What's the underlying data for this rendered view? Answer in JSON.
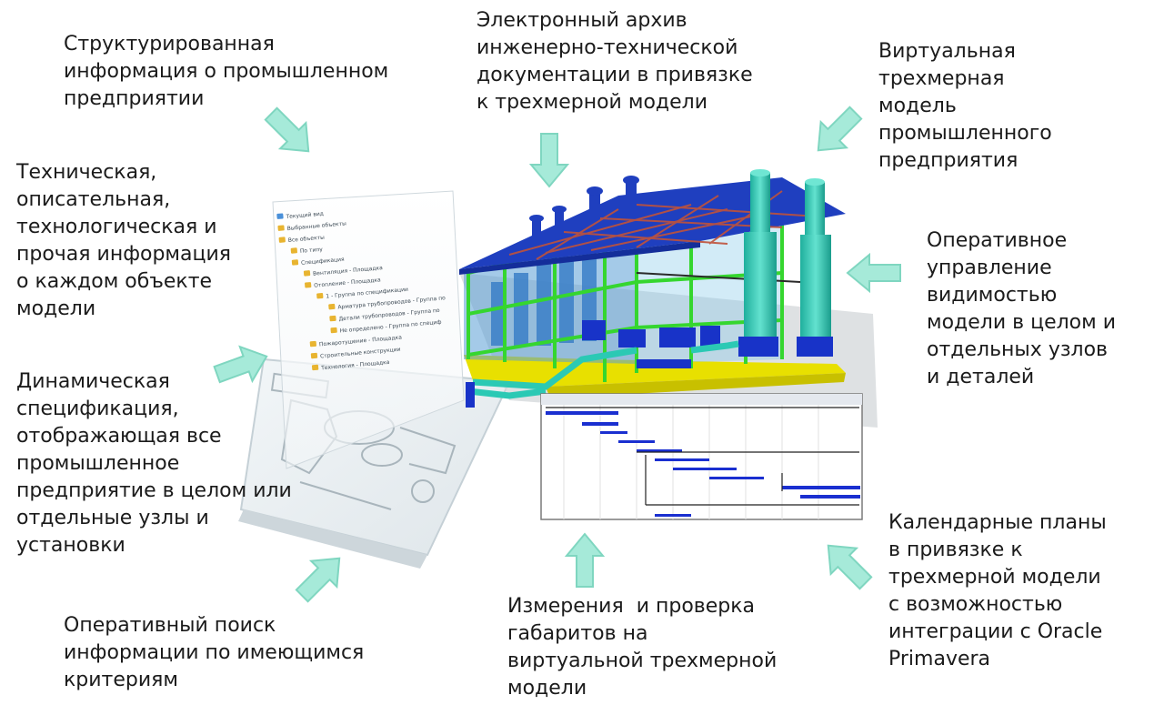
{
  "captions": {
    "structured": "Структурированная\nинформация о промышленном\nпредприятии",
    "archive": "Электронный архив\nинженерно-технической\nдокументации в привязке\nк трехмерной модели",
    "virtual_model": "Виртуальная\nтрехмерная\nмодель\nпромышленного\nпредприятия",
    "technical": "Техническая,\nописательная,\nтехнологическая и\nпрочая информация\nо каждом объекте\nмодели",
    "visibility": "Оперативное\nуправление\nвидимостью\nмодели в целом и\nотдельных узлов\nи деталей",
    "dynamic_spec": "Динамическая\nспецификация,\nотображающая все\nпромышленное\nпредприятие в целом или\nотдельные узлы и\nустановки",
    "calendar": "Календарные планы\nв привязке к\nтрехмерной модели\nс возможностью\nинтеграции с Oracle\nPrimavera",
    "search": "Оперативный поиск\nинформации по имеющимся\nкритериям",
    "measure": "Измерения  и проверка\nгабаритов на\nвиртуальной трехмерной\nмодели"
  },
  "tree_panel": {
    "items": [
      "Текущий вид",
      "Выбранные объекты",
      "Все объекты",
      "По типу",
      "Спецификация",
      "Вентиляция - Площадка",
      "Отопление - Площадка",
      "1 - Группа по спецификации",
      "Арматура трубопроводов - Группа по",
      "Детали трубопроводов - Группа по",
      "Не определено - Группа по специф",
      "Пожаротушение - Площадка",
      "Строительные конструкции",
      "Технология - Площадка"
    ]
  },
  "icons": {
    "arrow": "arrow-icon",
    "folder": "folder-icon"
  },
  "colors": {
    "arrow_fill": "#a6ead9",
    "arrow_stroke": "#7fd6c0",
    "roof": "#1f3fbf",
    "frame_green": "#35d62f",
    "frame_yellow": "#e8e000",
    "equipment_blue": "#1833c8",
    "vessel_teal": "#2bc9b4",
    "gantt_bar": "#1a2fd0"
  }
}
